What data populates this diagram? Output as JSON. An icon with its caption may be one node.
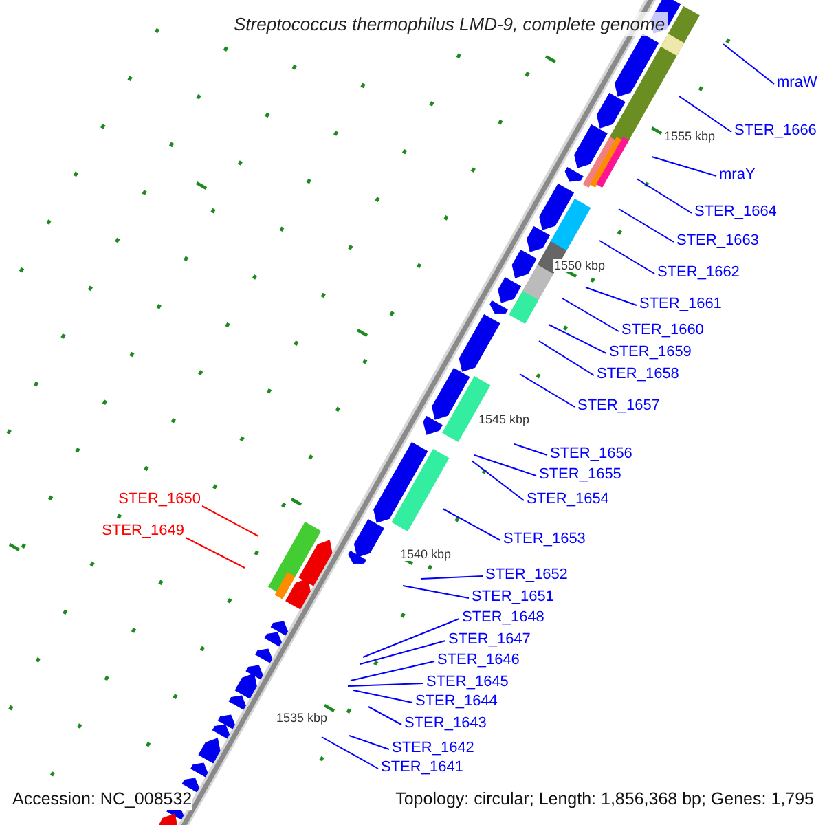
{
  "diagram": {
    "title": "Streptococcus thermophilus LMD-9, complete genome",
    "nodes": [
      {
        "text": [
          "mraW"
        ]
      },
      {
        "text": [
          "STER_1666"
        ]
      },
      {
        "text": [
          "mraY"
        ]
      },
      {
        "text": [
          "STER_1664"
        ]
      },
      {
        "text": [
          "STER_1663"
        ]
      },
      {
        "text": [
          "STER_1662"
        ]
      },
      {
        "text": [
          "STER_1661"
        ]
      },
      {
        "text": [
          "STER_1660"
        ]
      },
      {
        "text": [
          "STER_1659"
        ]
      },
      {
        "text": [
          "STER_1658"
        ]
      },
      {
        "text": [
          "STER_1657"
        ]
      },
      {
        "text": [
          "STER_1656"
        ]
      },
      {
        "text": [
          "STER_1655"
        ]
      },
      {
        "text": [
          "STER_1654"
        ]
      },
      {
        "text": [
          "STER_1653"
        ]
      },
      {
        "text": [
          "STER_1652"
        ]
      },
      {
        "text": [
          "STER_1651"
        ]
      },
      {
        "text": [
          "STER_1648"
        ]
      },
      {
        "text": [
          "STER_1647"
        ]
      },
      {
        "text": [
          "STER_1646"
        ]
      },
      {
        "text": [
          "STER_1645"
        ]
      },
      {
        "text": [
          "STER_1644"
        ]
      },
      {
        "text": [
          "STER_1643"
        ]
      },
      {
        "text": [
          "STER_1642"
        ]
      },
      {
        "text": [
          "STER_1641"
        ]
      },
      {
        "text": [
          "STER_1650"
        ]
      },
      {
        "text": [
          "STER_1649"
        ]
      }
    ],
    "edges": [
      {
        "from": 0,
        "to": null,
        "arrow": "none"
      },
      {
        "from": 1,
        "to": null,
        "arrow": "none"
      },
      {
        "from": 2,
        "to": null,
        "arrow": "none"
      },
      {
        "from": 3,
        "to": null,
        "arrow": "none"
      },
      {
        "from": 4,
        "to": null,
        "arrow": "none"
      },
      {
        "from": 5,
        "to": null,
        "arrow": "none"
      },
      {
        "from": 6,
        "to": null,
        "arrow": "none"
      },
      {
        "from": 7,
        "to": null,
        "arrow": "none"
      },
      {
        "from": 8,
        "to": null,
        "arrow": "none"
      },
      {
        "from": 9,
        "to": null,
        "arrow": "none"
      },
      {
        "from": 10,
        "to": null,
        "arrow": "none"
      },
      {
        "from": 11,
        "to": null,
        "arrow": "none"
      },
      {
        "from": 12,
        "to": null,
        "arrow": "none"
      },
      {
        "from": 13,
        "to": null,
        "arrow": "none"
      },
      {
        "from": 14,
        "to": null,
        "arrow": "none"
      },
      {
        "from": 15,
        "to": null,
        "arrow": "none"
      },
      {
        "from": 16,
        "to": null,
        "arrow": "none"
      },
      {
        "from": 17,
        "to": null,
        "arrow": "none"
      },
      {
        "from": 18,
        "to": null,
        "arrow": "none"
      },
      {
        "from": 19,
        "to": null,
        "arrow": "none"
      },
      {
        "from": 20,
        "to": null,
        "arrow": "none"
      },
      {
        "from": 21,
        "to": null,
        "arrow": "none"
      },
      {
        "from": 22,
        "to": null,
        "arrow": "none"
      },
      {
        "from": 23,
        "to": null,
        "arrow": "none"
      },
      {
        "from": 24,
        "to": null,
        "arrow": "none"
      },
      {
        "from": 25,
        "to": null,
        "arrow": "none",
        "color": "#ff0000"
      },
      {
        "from": 26,
        "to": null,
        "arrow": "none",
        "color": "#ff0000"
      }
    ],
    "labels": [
      "1555 kbp",
      "1550 kbp",
      "1545 kbp",
      "1540 kbp",
      "1535 kbp",
      "Accession: NC_008532",
      "Topology: circular; Length: 1,856,368 bp; Genes: 1,795"
    ]
  }
}
